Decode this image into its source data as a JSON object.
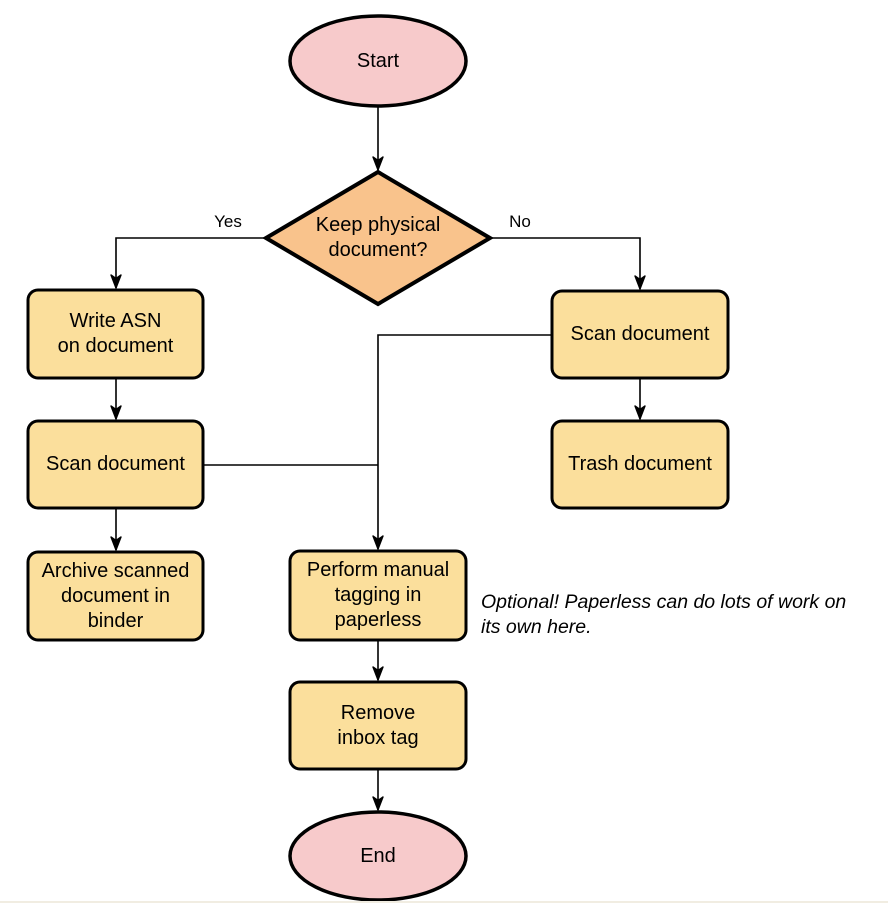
{
  "flowchart": {
    "colors": {
      "terminal_fill": "#F7CACB",
      "decision_fill": "#F9C38C",
      "process_fill": "#FBDF9C",
      "stroke": "#000000",
      "bottom_rule": "#F1EDE2"
    },
    "nodes": {
      "start": {
        "label": "Start"
      },
      "decision": {
        "label": "Keep physical\ndocument?"
      },
      "write_asn": {
        "label": "Write ASN\non document"
      },
      "scan_left": {
        "label": "Scan document"
      },
      "archive": {
        "label": "Archive scanned\ndocument in\nbinder"
      },
      "scan_right": {
        "label": "Scan document"
      },
      "trash": {
        "label": "Trash document"
      },
      "tagging": {
        "label": "Perform manual\ntagging in\npaperless"
      },
      "remove_inbox": {
        "label": "Remove\ninbox tag"
      },
      "end": {
        "label": "End"
      }
    },
    "edge_labels": {
      "yes": "Yes",
      "no": "No"
    },
    "note": "Optional! Paperless can do lots of work on\nits own here."
  }
}
